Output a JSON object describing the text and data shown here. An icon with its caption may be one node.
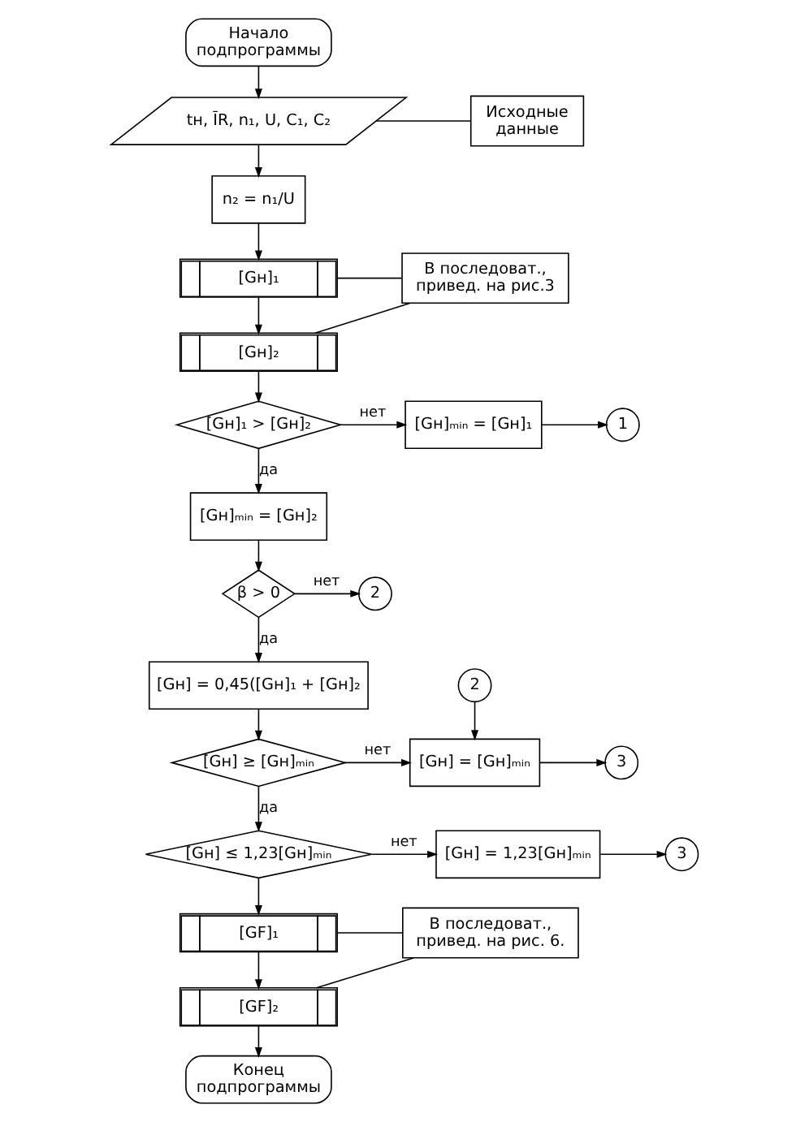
{
  "diagram": {
    "nodes": [
      {
        "text": [
          "Начало подпрограммы"
        ]
      },
      {
        "text": [
          "tн, ĪR, n₁, U, C₁, C₂"
        ]
      },
      {
        "text": [
          "Исходные данные"
        ]
      },
      {
        "text": [
          "n₂ = n₁/U"
        ]
      },
      {
        "text": [
          "[Gн]₁"
        ]
      },
      {
        "text": [
          "[Gн]₂"
        ]
      },
      {
        "text": [
          "В последоват., привед. на рис.3"
        ]
      },
      {
        "text": [
          "[Gн]₁ > [Gн]₂"
        ]
      },
      {
        "text": [
          "[Gн]ₘᵢₙ = [Gн]₁"
        ]
      },
      {
        "text": [
          "1"
        ]
      },
      {
        "text": [
          "[Gн]ₘᵢₙ = [Gн]₂"
        ]
      },
      {
        "text": [
          "β > 0"
        ]
      },
      {
        "text": [
          "2"
        ]
      },
      {
        "text": [
          "[Gн] = 0,45([Gн]₁ + [Gн]₂"
        ]
      },
      {
        "text": [
          "2"
        ]
      },
      {
        "text": [
          "[Gн] ≥ [Gн]ₘᵢₙ"
        ]
      },
      {
        "text": [
          "[Gн] = [Gн]ₘᵢₙ"
        ]
      },
      {
        "text": [
          "3"
        ]
      },
      {
        "text": [
          "[Gн] ≤ 1,23[Gн]ₘᵢₙ"
        ]
      },
      {
        "text": [
          "[Gн] = 1,23[Gн]ₘᵢₙ"
        ]
      },
      {
        "text": [
          "3"
        ]
      },
      {
        "text": [
          "[GF]₁"
        ]
      },
      {
        "text": [
          "[GF]₂"
        ]
      },
      {
        "text": [
          "В последоват., привед. на рис. 6."
        ]
      },
      {
        "text": [
          "Конец подпрограммы"
        ]
      }
    ],
    "edges": [
      {
        "from": 0,
        "to": 1,
        "arrow": "to"
      },
      {
        "from": 1,
        "to": 2,
        "arrow": "none"
      },
      {
        "from": 1,
        "to": 3,
        "arrow": "to"
      },
      {
        "from": 3,
        "to": 4,
        "arrow": "to"
      },
      {
        "from": 4,
        "to": 6,
        "arrow": "none"
      },
      {
        "from": 4,
        "to": 5,
        "arrow": "to"
      },
      {
        "from": 5,
        "to": 6,
        "arrow": "none"
      },
      {
        "from": 5,
        "to": 7,
        "arrow": "to"
      },
      {
        "from": 7,
        "to": 8,
        "arrow": "to",
        "label": "нет"
      },
      {
        "from": 8,
        "to": 9,
        "arrow": "to"
      },
      {
        "from": 7,
        "to": 10,
        "arrow": "to",
        "label": "да"
      },
      {
        "from": 10,
        "to": 11,
        "arrow": "to"
      },
      {
        "from": 11,
        "to": 12,
        "arrow": "to",
        "label": "нет"
      },
      {
        "from": 11,
        "to": 13,
        "arrow": "to",
        "label": "да"
      },
      {
        "from": 13,
        "to": 15,
        "arrow": "to"
      },
      {
        "from": 14,
        "to": 16,
        "arrow": "to"
      },
      {
        "from": 15,
        "to": 16,
        "arrow": "to",
        "label": "нет"
      },
      {
        "from": 16,
        "to": 17,
        "arrow": "to"
      },
      {
        "from": 15,
        "to": 18,
        "arrow": "to",
        "label": "да"
      },
      {
        "from": 18,
        "to": 19,
        "arrow": "to",
        "label": "нет"
      },
      {
        "from": 19,
        "to": 20,
        "arrow": "to"
      },
      {
        "from": 18,
        "to": 21,
        "arrow": "to"
      },
      {
        "from": 21,
        "to": 23,
        "arrow": "none"
      },
      {
        "from": 21,
        "to": 22,
        "arrow": "to"
      },
      {
        "from": 22,
        "to": 23,
        "arrow": "none"
      },
      {
        "from": 22,
        "to": 24,
        "arrow": "to"
      }
    ]
  }
}
